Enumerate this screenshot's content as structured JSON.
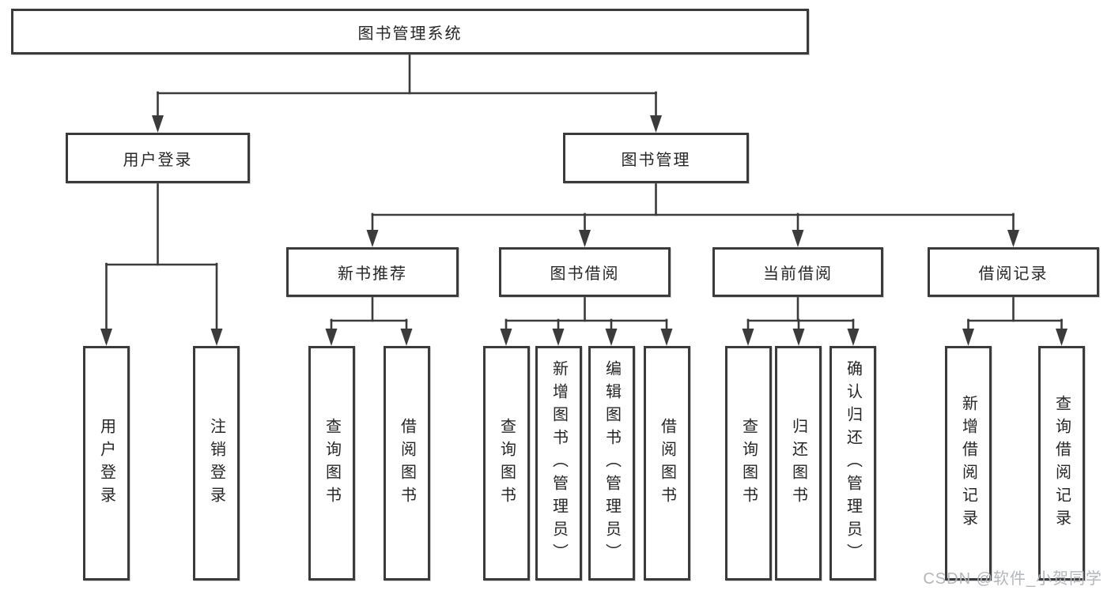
{
  "title": {
    "label": "图书管理系统"
  },
  "level2": [
    {
      "label": "用户登录"
    },
    {
      "label": "图书管理"
    }
  ],
  "level3": [
    {
      "label": "新书推荐"
    },
    {
      "label": "图书借阅"
    },
    {
      "label": "当前借阅"
    },
    {
      "label": "借阅记录"
    }
  ],
  "leaves": {
    "user_login": [
      {
        "label": "用户登录"
      },
      {
        "label": "注销登录"
      }
    ],
    "new_books": [
      {
        "label": "查询图书"
      },
      {
        "label": "借阅图书"
      }
    ],
    "book_borrow": [
      {
        "label": "查询图书"
      },
      {
        "label": "新增图书（管理员）"
      },
      {
        "label": "编辑图书（管理员）"
      },
      {
        "label": "借阅图书"
      }
    ],
    "current_borrow": [
      {
        "label": "查询图书"
      },
      {
        "label": "归还图书"
      },
      {
        "label": "确认归还（管理员）"
      }
    ],
    "borrow_records": [
      {
        "label": "新增借阅记录"
      },
      {
        "label": "查询借阅记录"
      }
    ]
  },
  "watermark": "CSDN @软件_小贺同学",
  "colors": {
    "line": "#3b3b3b",
    "text": "#262626",
    "watermark": "#b3b6ba",
    "background": "#ffffff"
  }
}
